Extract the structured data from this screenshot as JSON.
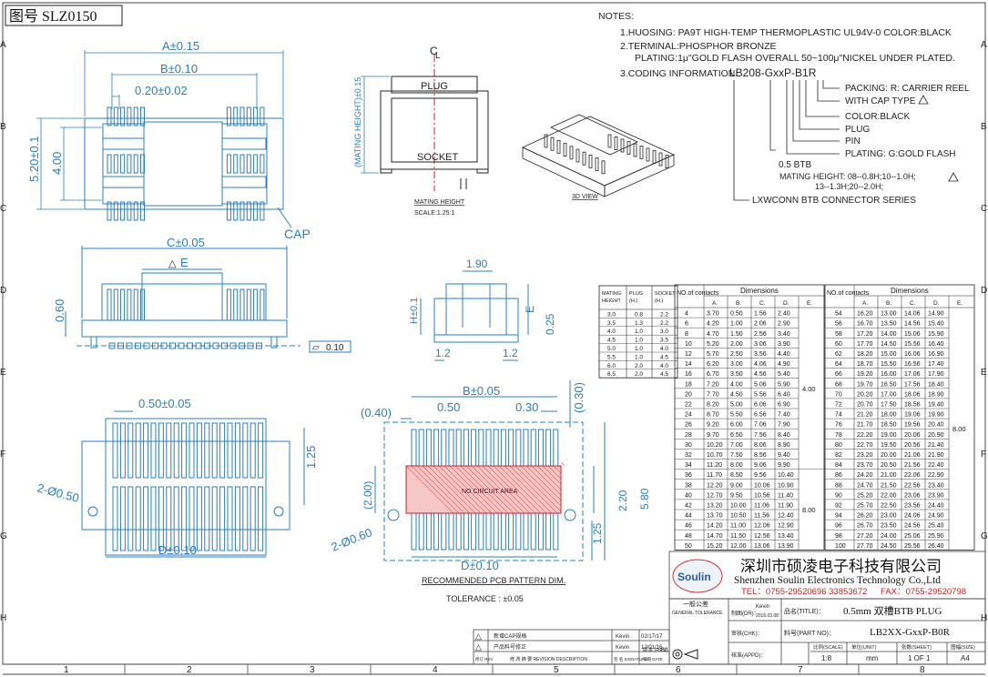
{
  "drawing_no": "图号 SLZ0150",
  "notes": {
    "heading": "NOTES:",
    "lines": [
      "1.HUOSING: PA9T HIGH-TEMP THERMOPLASTIC UL94V-0 COLOR:BLACK",
      "2.TERMINAL:PHOSPHOR BRONZE",
      "PLATING:1μ\"GOLD FLASH OVERALL 50~100μ\"NICKEL UNDER PLATED.",
      "3.CODING INFORMATION:"
    ],
    "code": "LB208-GxxP-B1R",
    "callouts": [
      "PACKING: R: CARRIER REEL",
      "WITH CAP TYPE",
      "COLOR:BLACK",
      "PLUG",
      "PIN",
      "PLATING: G:GOLD FLASH",
      "0.5 BTB",
      "MATING HEIGHT: 08--0.8H;10--1.0H;",
      "13--1.3H;20--2.0H;",
      "LXWCONN BTB CONNECTOR SERIES"
    ]
  },
  "dims": {
    "a": "A±0.15",
    "b": "B±0.10",
    "c020": "0.20±0.02",
    "v520": "5.20±0.1",
    "v400": "4.00",
    "cap": "CAP",
    "cl": "C",
    "cl2": "L",
    "plug": "PLUG",
    "socket": "SOCKET",
    "mating": "(MATING HEIGHT)±0.15",
    "mating_h": "MATING HEIGHT",
    "scale": "SCALE:1.25:1",
    "view3d": "3D VIEW",
    "c": "C±0.05",
    "e": "E",
    "v060": "0.60",
    "flat": "0.10",
    "w190": "1.90",
    "h": "H±0.1",
    "e2": "E",
    "v025": "0.25",
    "v12a": "1.2",
    "v12b": "1.2",
    "p050": "0.50±0.05",
    "v125": "1.25",
    "d010": "D±0.10",
    "holes": "2-Ø0.50",
    "b005": "B±0.05",
    "p040": "(0.40)",
    "p050b": "0.50",
    "p030": "0.30",
    "p030v": "(0.30)",
    "p200": "(2.00)",
    "p220": "2.20",
    "p580": "5.80",
    "nca": "NO CIRCUIT AREA",
    "holes2": "2-Ø0.60",
    "d010b": "D±0.10",
    "v125b": "1.25",
    "pcb": "RECOMMENDED PCB PATTERN DIM.",
    "tol": "TOLERANCE : ±0.05"
  },
  "mating_table": {
    "headers": [
      "MATING HEIGHT",
      "PLUG (H.)",
      "SOCKET (H.)"
    ],
    "rows": [
      [
        "3.0",
        "0.8",
        "2.2"
      ],
      [
        "3.5",
        "1.3",
        "2.2"
      ],
      [
        "4.0",
        "1.0",
        "3.0"
      ],
      [
        "4.5",
        "1.0",
        "3.5"
      ],
      [
        "5.0",
        "1.0",
        "4.0"
      ],
      [
        "5.5",
        "1.0",
        "4.5"
      ],
      [
        "6.0",
        "2.0",
        "4.0"
      ],
      [
        "6.5",
        "2.0",
        "4.5"
      ]
    ]
  },
  "dim_table": {
    "group_header": "Dimensions",
    "contacts_header": "NO.of contacts",
    "cols": [
      "A.",
      "B.",
      "C.",
      "D.",
      "E."
    ],
    "left_rows": [
      [
        "4",
        "3.70",
        "0.50",
        "1.56",
        "2.40"
      ],
      [
        "6",
        "4.20",
        "1.00",
        "2.06",
        "2.90"
      ],
      [
        "8",
        "4.70",
        "1.50",
        "2.56",
        "3.40"
      ],
      [
        "10",
        "5.20",
        "2.00",
        "3.06",
        "3.90"
      ],
      [
        "12",
        "5.70",
        "2.50",
        "3.56",
        "4.40"
      ],
      [
        "14",
        "6.20",
        "3.00",
        "4.06",
        "4.90"
      ],
      [
        "16",
        "6.70",
        "3.50",
        "4.56",
        "5.40"
      ],
      [
        "18",
        "7.20",
        "4.00",
        "5.06",
        "5.90"
      ],
      [
        "20",
        "7.70",
        "4.50",
        "5.56",
        "6.40"
      ],
      [
        "22",
        "8.20",
        "5.00",
        "6.06",
        "6.90"
      ],
      [
        "24",
        "8.70",
        "5.50",
        "6.56",
        "7.40"
      ],
      [
        "26",
        "9.20",
        "6.00",
        "7.06",
        "7.90"
      ],
      [
        "28",
        "9.70",
        "6.50",
        "7.56",
        "8.40"
      ],
      [
        "30",
        "10.20",
        "7.00",
        "8.06",
        "8.90"
      ],
      [
        "32",
        "10.70",
        "7.50",
        "8.56",
        "9.40"
      ],
      [
        "34",
        "11.20",
        "8.00",
        "9.06",
        "9.90"
      ],
      [
        "36",
        "11.70",
        "8.50",
        "9.56",
        "10.40"
      ],
      [
        "38",
        "12.20",
        "9.00",
        "10.06",
        "10.90"
      ],
      [
        "40",
        "12.70",
        "9.50",
        "10.56",
        "11.40"
      ],
      [
        "42",
        "13.20",
        "10.00",
        "11.06",
        "11.90"
      ],
      [
        "44",
        "13.70",
        "10.50",
        "11.56",
        "12.40"
      ],
      [
        "46",
        "14.20",
        "11.00",
        "12.06",
        "12.90"
      ],
      [
        "48",
        "14.70",
        "11.50",
        "12.56",
        "13.40"
      ],
      [
        "50",
        "15.20",
        "12.00",
        "13.06",
        "13.90"
      ]
    ],
    "left_e_a": "4.00",
    "left_e_b": "8.00",
    "right_rows": [
      [
        "54",
        "16.20",
        "13.00",
        "14.06",
        "14.90"
      ],
      [
        "56",
        "16.70",
        "13.50",
        "14.56",
        "15.40"
      ],
      [
        "58",
        "17.20",
        "14.00",
        "15.06",
        "15.90"
      ],
      [
        "60",
        "17.70",
        "14.50",
        "15.56",
        "16.40"
      ],
      [
        "62",
        "18.20",
        "15.00",
        "16.06",
        "16.90"
      ],
      [
        "64",
        "18.70",
        "15.50",
        "16.56",
        "17.40"
      ],
      [
        "66",
        "19.20",
        "16.00",
        "17.06",
        "17.90"
      ],
      [
        "68",
        "19.70",
        "16.50",
        "17.56",
        "18.40"
      ],
      [
        "70",
        "20.20",
        "17.00",
        "18.06",
        "18.90"
      ],
      [
        "72",
        "20.70",
        "17.50",
        "18.56",
        "19.40"
      ],
      [
        "74",
        "21.20",
        "18.00",
        "19.06",
        "19.90"
      ],
      [
        "76",
        "21.70",
        "18.50",
        "19.56",
        "20.40"
      ],
      [
        "78",
        "22.20",
        "19.00",
        "20.06",
        "20.90"
      ],
      [
        "80",
        "22.70",
        "19.50",
        "20.56",
        "21.40"
      ],
      [
        "82",
        "23.20",
        "20.00",
        "21.06",
        "21.90"
      ],
      [
        "84",
        "23.70",
        "20.50",
        "21.56",
        "22.40"
      ],
      [
        "86",
        "24.20",
        "21.00",
        "22.06",
        "22.90"
      ],
      [
        "88",
        "24.70",
        "21.50",
        "22.56",
        "23.40"
      ],
      [
        "90",
        "25.20",
        "22.00",
        "23.06",
        "23.90"
      ],
      [
        "92",
        "25.70",
        "22.50",
        "23.56",
        "24.40"
      ],
      [
        "94",
        "26.20",
        "23.00",
        "24.06",
        "24.90"
      ],
      [
        "96",
        "26.70",
        "23.50",
        "24.56",
        "25.40"
      ],
      [
        "98",
        "27.20",
        "24.00",
        "25.06",
        "25.90"
      ],
      [
        "100",
        "27.70",
        "24.50",
        "25.56",
        "26.40"
      ]
    ],
    "right_e": "8.00"
  },
  "title_block": {
    "company_cn": "深圳市硕凌电子科技有限公司",
    "company_en": "Shenzhen Soulin Electronics Technology Co.,Ltd",
    "tel": "TEL：0755-29520696  33853672",
    "fax": "FAX：0755-29520798",
    "logo": "Soulin",
    "product_label": "品名(TITLE)：",
    "product": "0.5mm 双槽BTB PLUG",
    "part_label": "料号(PART NO)：",
    "part": "LB2XX-GxxP-B0R",
    "tolerance_title": "一般公差",
    "tolerance_sub": "GENERAL TOLERANCE",
    "drawn_label": "制图(DR)：",
    "drawn_by": "Kevin",
    "drawn_date": "2016.03.08",
    "check_label": "审核(CHK)：",
    "approve_label": "核准(APPD)：",
    "scale_label": "比例(SCALE)",
    "scale": "1:8",
    "unit_label": "单位(UNIT)",
    "unit": "mm",
    "sheet_label": "张数(SHEET)",
    "sheet": "1 OF 1",
    "size_label": "图幅(SIZE)",
    "size": "A4",
    "rev_rows": [
      {
        "desc": "新增CAP规格",
        "by": "Kevin",
        "date": "02/17/17"
      },
      {
        "desc": "产品料号修正",
        "by": "Kevin",
        "date": "12/01/16"
      }
    ],
    "rev_head": {
      "rev": "修订 REV",
      "desc": "修 改 摘 要 REVISION DESCRIPTION",
      "sign": "签 名 SIGNATURE",
      "date": "日期 DATE"
    },
    "edition": "版本 (REV)",
    "edition_val": "B0"
  },
  "grid": {
    "cols": [
      "1",
      "2",
      "3",
      "4",
      "5",
      "6",
      "7",
      "8"
    ],
    "rows": [
      "A",
      "B",
      "C",
      "D",
      "E",
      "F",
      "G",
      "H"
    ]
  }
}
